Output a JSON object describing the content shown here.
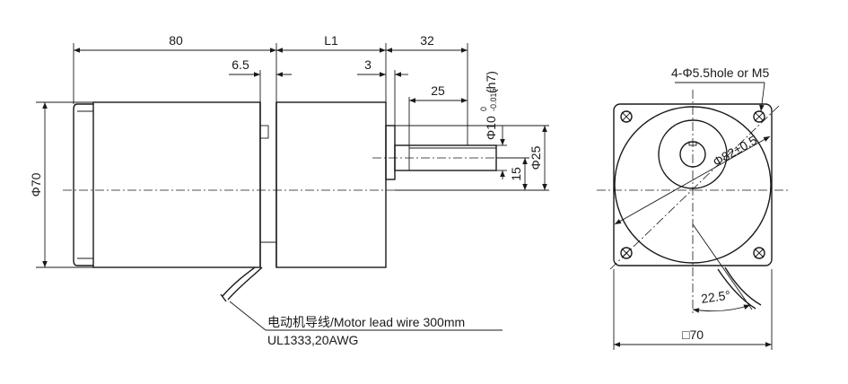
{
  "side_view": {
    "dim_body": "80",
    "dim_l1": "L1",
    "dim_shaft": "32",
    "dim_flange": "6.5",
    "dim_step": "3",
    "dim_key": "25",
    "dim_dia70": "Φ70",
    "dim_dia25": "Φ25",
    "dim_15": "15",
    "shaft_dia_main": "Φ10",
    "shaft_tol_upper": "0",
    "shaft_tol_lower": "-0.015",
    "shaft_fit": "(h7)"
  },
  "lead_wire": {
    "line1": "电动机导线/Motor lead wire 300mm",
    "line2": "UL1333,20AWG"
  },
  "front_view": {
    "holes_label": "4-Φ5.5hole or M5",
    "pcd_label": "Φ82±0.5",
    "angle_label": "22.5°",
    "square_label": "□70"
  }
}
